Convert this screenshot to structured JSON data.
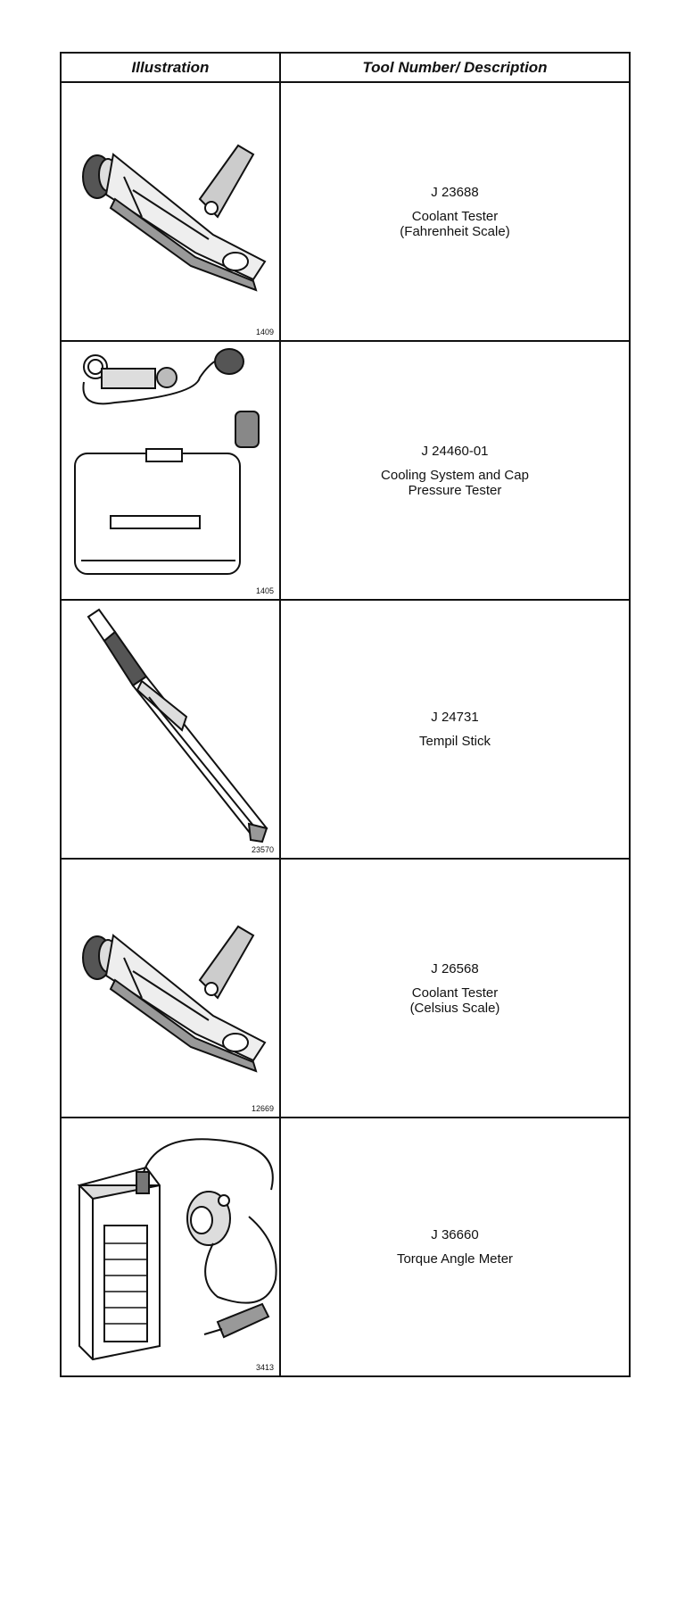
{
  "table": {
    "headers": {
      "illustration": "Illustration",
      "tool": "Tool Number/ Description"
    },
    "rows": [
      {
        "figure": "1409",
        "number": "J 23688",
        "line1": "Coolant Tester",
        "line2": "(Fahrenheit Scale)",
        "icon": "coolant-tester-icon"
      },
      {
        "figure": "1405",
        "number": "J 24460-01",
        "line1": "Cooling System and Cap",
        "line2": "Pressure Tester",
        "icon": "pressure-tester-icon"
      },
      {
        "figure": "23570",
        "number": "J 24731",
        "line1": "Tempil Stick",
        "line2": "",
        "icon": "tempil-stick-icon"
      },
      {
        "figure": "12669",
        "number": "J 26568",
        "line1": "Coolant Tester",
        "line2": "(Celsius Scale)",
        "icon": "coolant-tester-icon"
      },
      {
        "figure": "3413",
        "number": "J 36660",
        "line1": "Torque Angle Meter",
        "line2": "",
        "icon": "torque-angle-meter-icon"
      }
    ]
  }
}
